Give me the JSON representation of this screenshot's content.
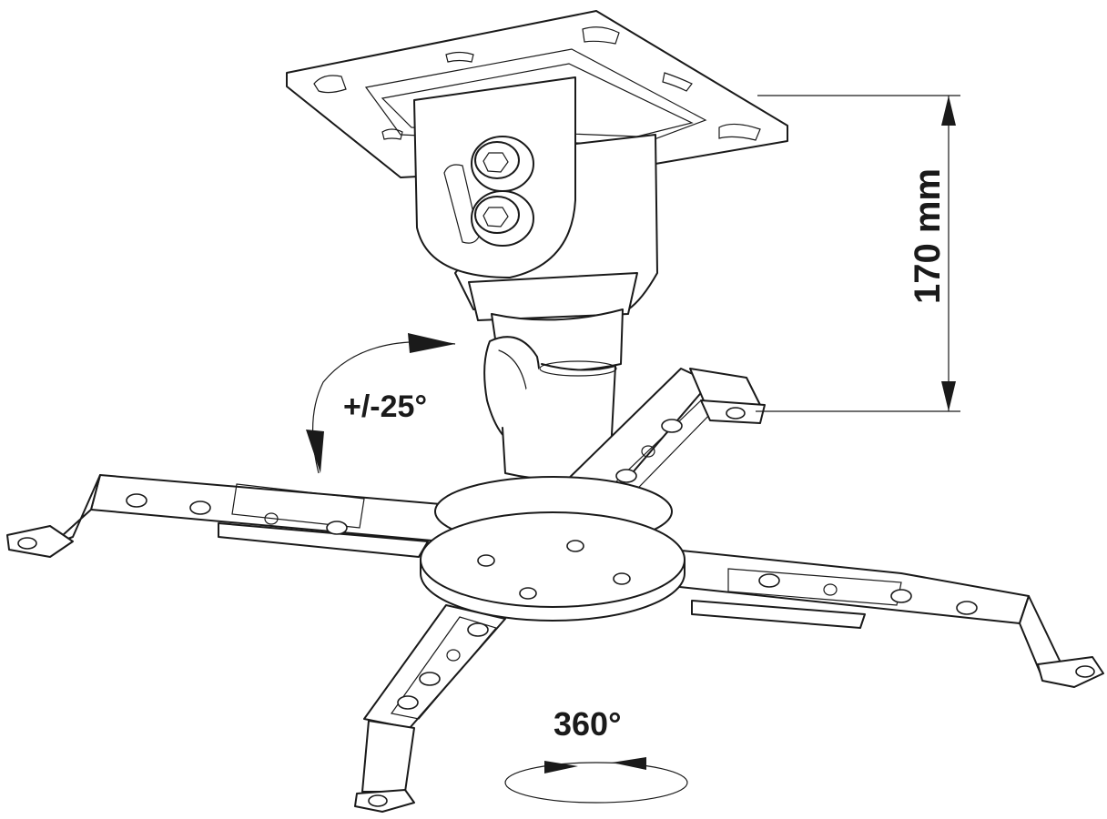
{
  "annotations": {
    "height_dimension": "170 mm",
    "tilt_range": "+/-25°",
    "rotation_range": "360°"
  },
  "colors": {
    "line": "#1a1a1a",
    "fill": "#ffffff"
  }
}
